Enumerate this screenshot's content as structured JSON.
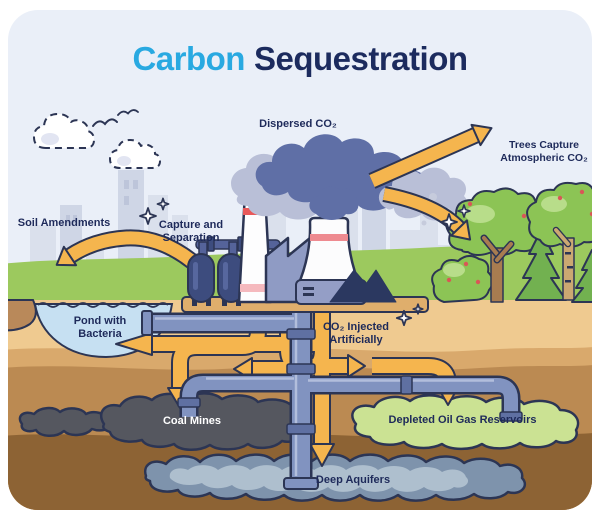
{
  "title": {
    "part1": "Carbon",
    "part2": "Sequestration"
  },
  "labels": {
    "dispersed_co2": "Dispersed CO₂",
    "trees_capture": "Trees Capture\nAtmospheric CO₂",
    "soil_amendments": "Soil Amendments",
    "capture_separation": "Capture and\nSeparation",
    "pond_bacteria": "Pond with\nBacteria",
    "co2_injected": "CO₂ Injected\nArtificially",
    "coal_mines": "Coal Mines",
    "depleted_reservoirs": "Depleted Oil Gas Reservoirs",
    "deep_aquifers": "Deep Aquifers"
  },
  "palette": {
    "title_accent": "#29A9E1",
    "ink_navy": "#1E2A5A",
    "outline_navy": "#2C3554",
    "arrow_yellow": "#F5B54E",
    "smoke_light": "#B9BFD7",
    "smoke_dark": "#5F6FA6",
    "grass_green": "#9CC95E",
    "soil_tan": "#EFCA90",
    "soil_brown": "#BB8A52",
    "soil_dark": "#8D6334",
    "pond_blue": "#C6E0F2",
    "pipe_blue": "#8193C0",
    "coal_gray": "#55575F",
    "reservoir_green": "#CBE293",
    "aquifer_blue": "#7E93AC",
    "sky": "#EAEFF8"
  }
}
